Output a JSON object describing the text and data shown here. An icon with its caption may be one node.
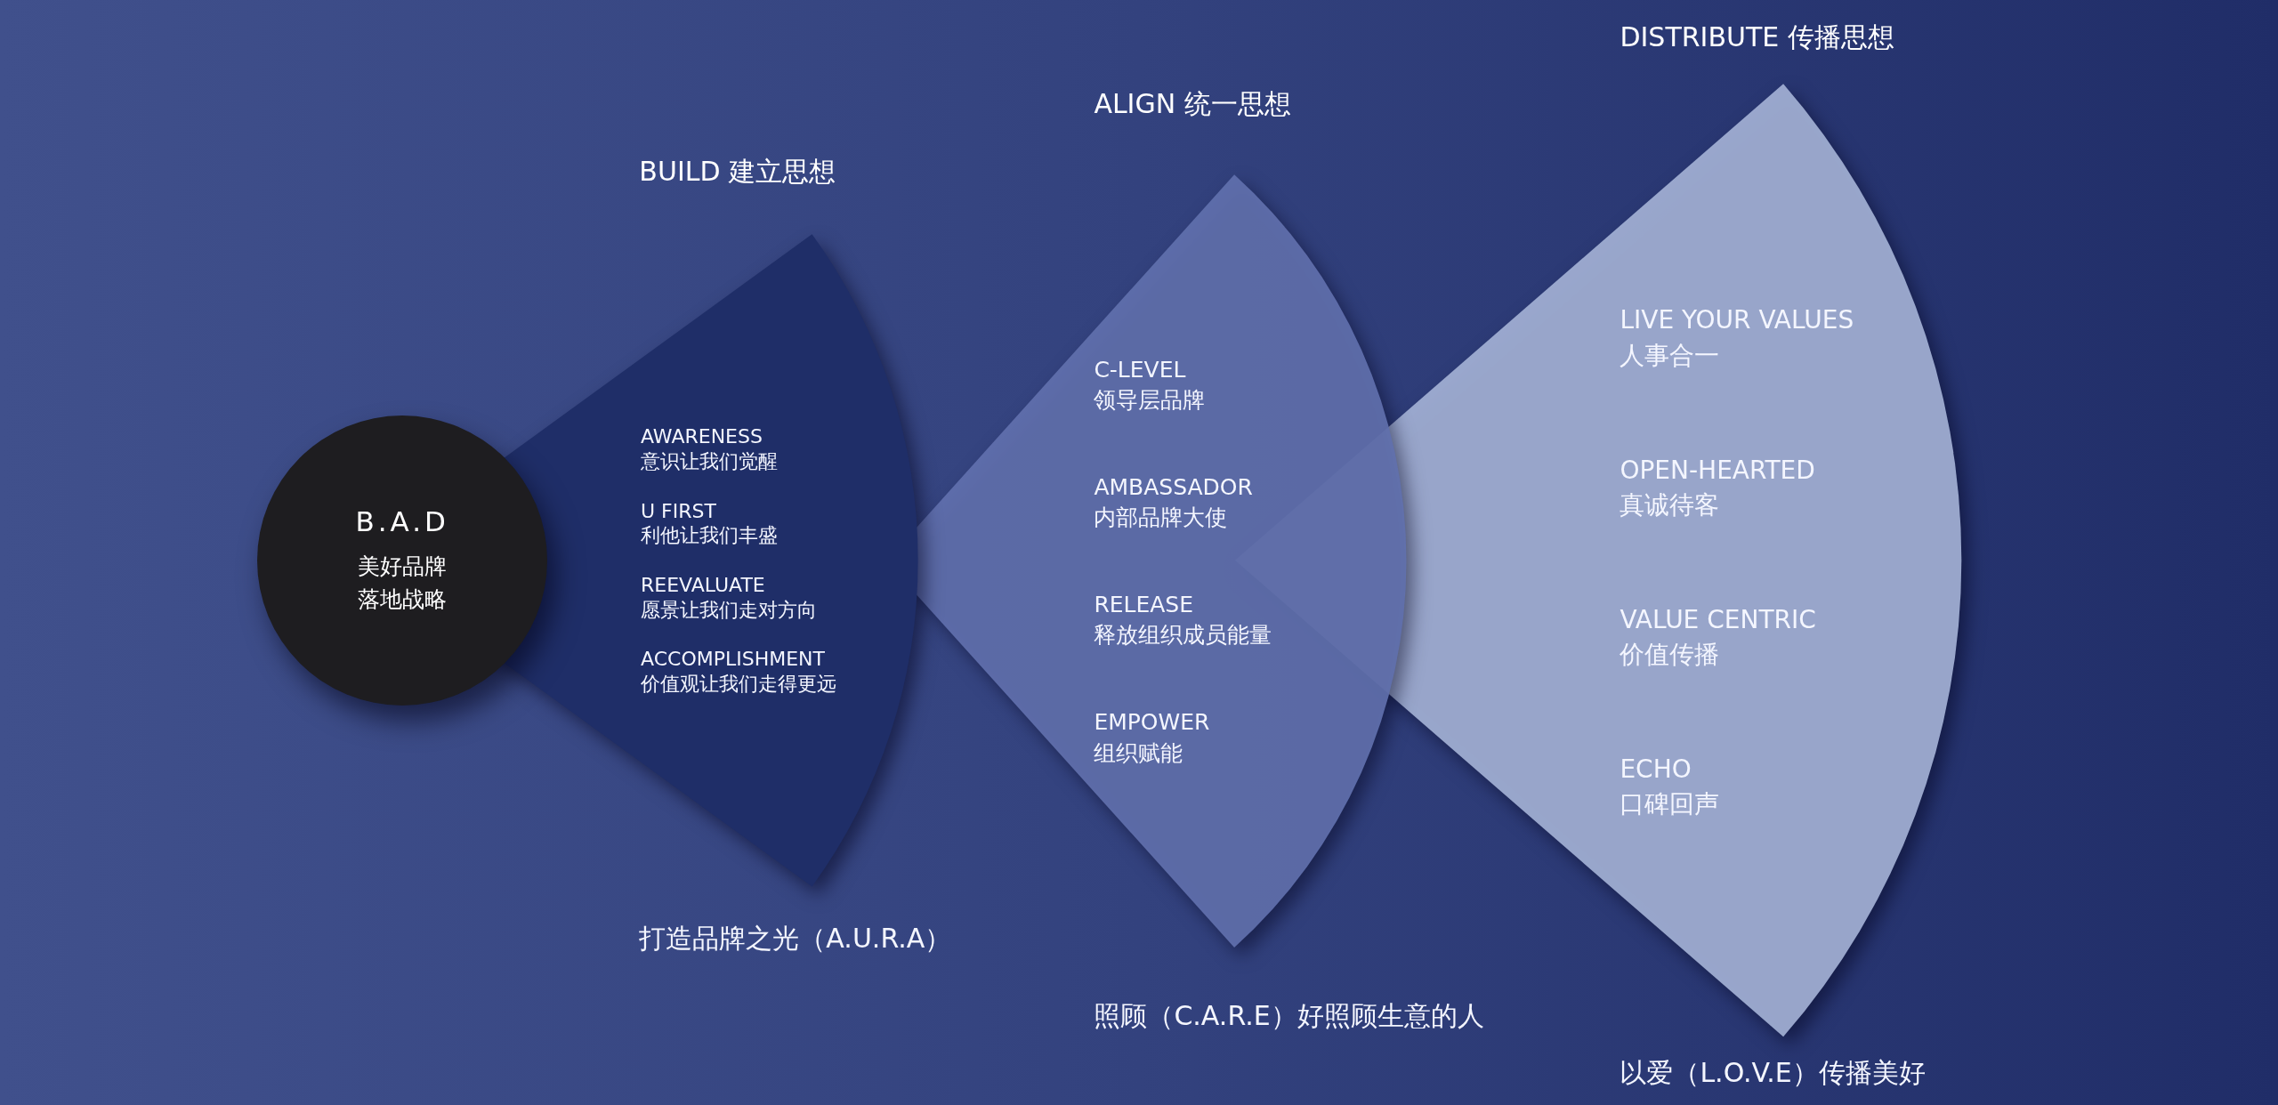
{
  "diagram": {
    "nodes": [
      {
        "text": [
          "B.A.D",
          "美好品牌落地战略"
        ]
      },
      {
        "text": [
          "BUILD 建立思想"
        ]
      },
      {
        "text": [
          "ALIGN 统一思想"
        ]
      },
      {
        "text": [
          "DISTRIBUTE 传播思想"
        ]
      }
    ],
    "labels": [
      "AWARENESS",
      "意识让我们觉醒",
      "U FIRST",
      "利他让我们丰盛",
      "REEVALUATE",
      "愿景让我们走对方向",
      "ACCOMPLISHMENT",
      "价值观让我们走得更远",
      "打造品牌之光（A.U.R.A）",
      "C-LEVEL",
      "领导层品牌",
      "AMBASSADOR",
      "内部品牌大使",
      "RELEASE",
      "释放组织成员能量",
      "EMPOWER",
      "组织赋能",
      "照顾（C.A.R.E）好照顾生意的人",
      "LIVE YOUR VALUES",
      "人事合一",
      "OPEN-HEARTED",
      "真诚待客",
      "VALUE CENTRIC",
      "价值传播",
      "ECHO",
      "口碑回声",
      "以爱（L.O.V.E）传播美好"
    ]
  }
}
